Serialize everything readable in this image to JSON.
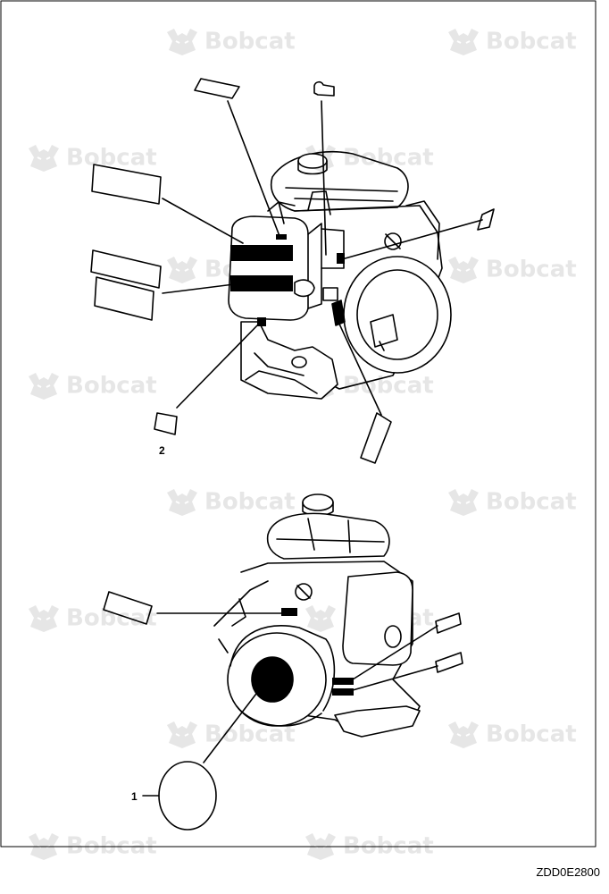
{
  "watermark": {
    "text": "Bobcat",
    "icon": "bobcat-logo-icon"
  },
  "callouts": {
    "one": "1",
    "two": "2"
  },
  "figure_code": "ZDD0E2800"
}
